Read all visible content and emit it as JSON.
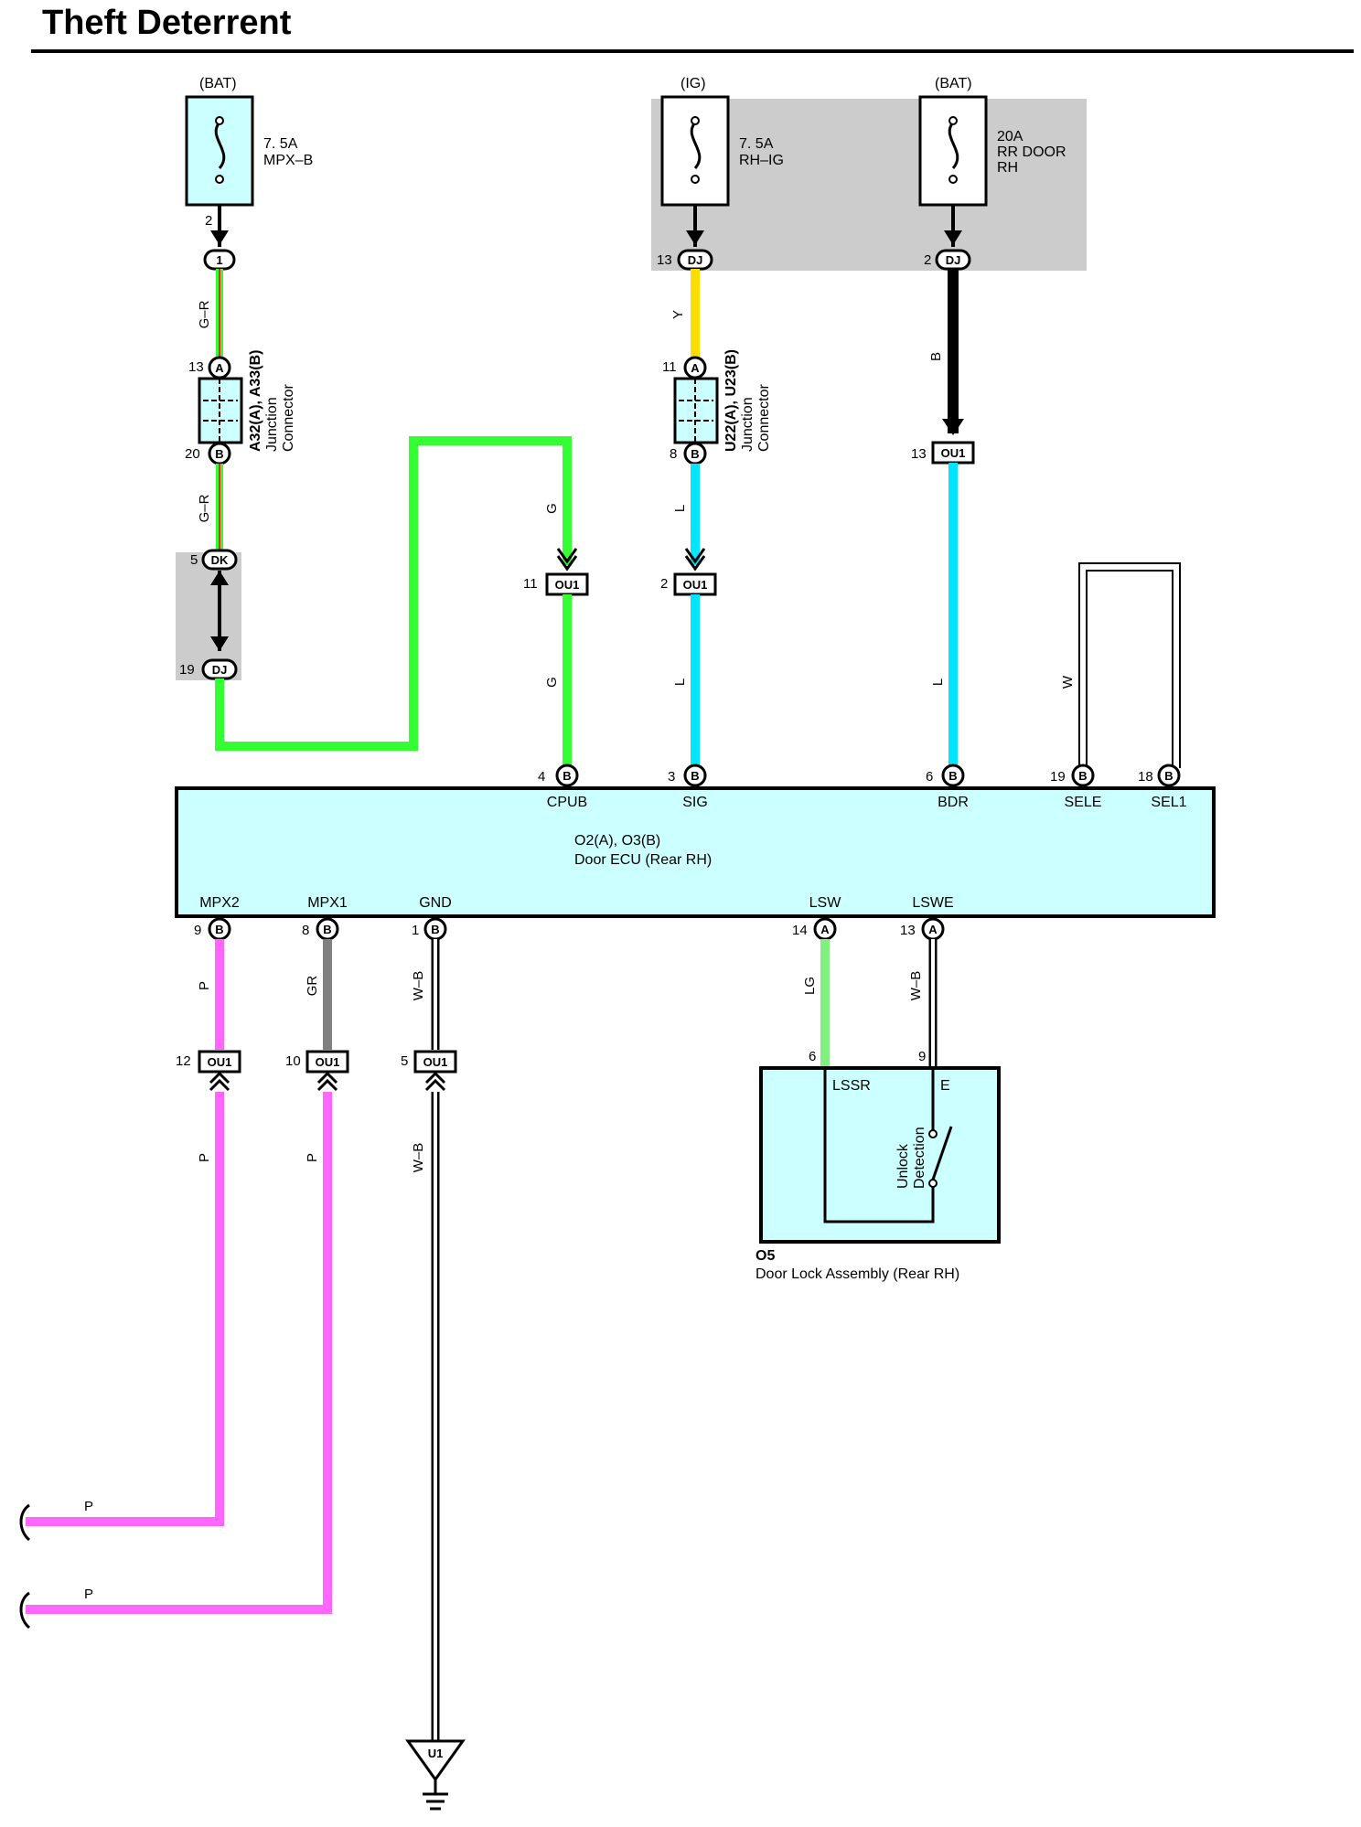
{
  "title": "Theft Deterrent",
  "colors": {
    "green": "#33ff33",
    "light_green": "#80f080",
    "cyan": "#00e5ff",
    "yellow": "#ffdd00",
    "pink": "#ff66ff",
    "gray_wire": "#808080",
    "ecu_fill": "#ccffff",
    "shade": "#cccccc",
    "red_stripe": "#ff2020",
    "black": "#000000"
  },
  "power": {
    "mpxb": {
      "source": "(BAT)",
      "rating": "7. 5A",
      "name": "MPX–B",
      "pin_out": "2"
    },
    "rhig": {
      "source": "(IG)",
      "rating": "7. 5A",
      "name": "RH–IG",
      "pin_out": "13",
      "conn": "DJ"
    },
    "rrdoor": {
      "source": "(BAT)",
      "rating": "20A",
      "name1": "RR DOOR",
      "name2": "RH",
      "pin_out": "2",
      "conn": "DJ"
    }
  },
  "junctions": {
    "left": {
      "title": "A32(A), A33(B)",
      "sub1": "Junction",
      "sub2": "Connector",
      "pin_in": "13",
      "pin_in_code": "A",
      "pin_out": "20",
      "pin_out_code": "B",
      "top_pin": "1"
    },
    "mid": {
      "title": "U22(A), U23(B)",
      "sub1": "Junction",
      "sub2": "Connector",
      "pin_in": "11",
      "pin_in_code": "A",
      "pin_out": "8",
      "pin_out_code": "B"
    }
  },
  "wire_labels": {
    "gr1": "G–R",
    "gr2": "G–R",
    "g1": "G",
    "g2": "G",
    "y": "Y",
    "l1": "L",
    "l2": "L",
    "b": "B",
    "l3": "L",
    "w": "W",
    "p1": "P",
    "gr": "GR",
    "wb1": "W–B",
    "p2": "P",
    "p3": "P",
    "wb2": "W–B",
    "lg": "LG",
    "wb3": "W–B",
    "p4": "P",
    "p5": "P"
  },
  "connectors": {
    "dk": {
      "pin": "5",
      "code": "DK"
    },
    "dj": {
      "pin": "19",
      "code": "DJ"
    },
    "ou_cpub": {
      "pin": "11",
      "code": "OU1"
    },
    "ou_sig": {
      "pin": "2",
      "code": "OU1"
    },
    "ou_bdr": {
      "pin": "13",
      "code": "OU1"
    },
    "ou_p1": {
      "pin": "12",
      "code": "OU1"
    },
    "ou_p2": {
      "pin": "10",
      "code": "OU1"
    },
    "ou_wb": {
      "pin": "5",
      "code": "OU1"
    }
  },
  "ecu": {
    "name1": "O2(A), O3(B)",
    "name2": "Door ECU (Rear RH)",
    "top_pins": [
      {
        "num": "4",
        "code": "B",
        "signal": "CPUB"
      },
      {
        "num": "3",
        "code": "B",
        "signal": "SIG"
      },
      {
        "num": "6",
        "code": "B",
        "signal": "BDR"
      },
      {
        "num": "19",
        "code": "B",
        "signal": "SELE"
      },
      {
        "num": "18",
        "code": "B",
        "signal": "SEL1"
      }
    ],
    "bottom_pins": [
      {
        "num": "9",
        "code": "B",
        "signal": "MPX2"
      },
      {
        "num": "8",
        "code": "B",
        "signal": "MPX1"
      },
      {
        "num": "1",
        "code": "B",
        "signal": "GND"
      },
      {
        "num": "14",
        "code": "A",
        "signal": "LSW"
      },
      {
        "num": "13",
        "code": "A",
        "signal": "LSWE"
      }
    ]
  },
  "door_lock": {
    "id": "O5",
    "name": "Door Lock Assembly (Rear RH)",
    "pin_lssr": "6",
    "sig_lssr": "LSSR",
    "pin_e": "9",
    "sig_e": "E",
    "switch1": "Unlock",
    "switch2": "Detection"
  },
  "ground": {
    "code": "U1"
  }
}
